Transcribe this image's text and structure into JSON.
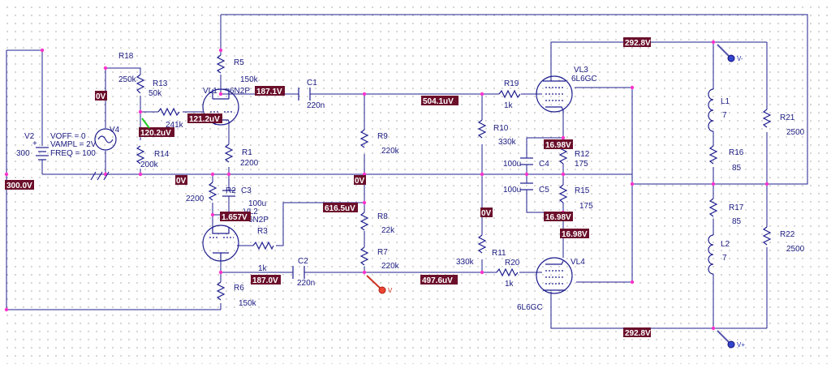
{
  "components": {
    "v2": {
      "ref": "V2",
      "value": "300"
    },
    "v4": {
      "ref": "V4",
      "params": [
        "VOFF = 0",
        "VAMPL = 2V",
        "FREQ = 100"
      ]
    },
    "r18": {
      "ref": "R18",
      "value": "250k"
    },
    "r13": {
      "ref": "R13",
      "value": "50k"
    },
    "r14": {
      "ref": "R14",
      "value": "200k"
    },
    "r241k": {
      "value": "241k"
    },
    "r5": {
      "ref": "R5",
      "value": "150k"
    },
    "vl1": {
      "ref": "VL1",
      "value": "6N2P"
    },
    "r1": {
      "ref": "R1",
      "value": "2200"
    },
    "c1": {
      "ref": "C1",
      "value": "220n"
    },
    "r9": {
      "ref": "R9",
      "value": "220k"
    },
    "r10": {
      "ref": "R10",
      "value": "330k"
    },
    "r19": {
      "ref": "R19",
      "value": "1k"
    },
    "vl3": {
      "ref": "VL3",
      "value": "6L6GC"
    },
    "r12": {
      "ref": "R12",
      "value": "175"
    },
    "c4": {
      "ref": "C4",
      "value": "100u"
    },
    "c5": {
      "ref": "C5",
      "value": "100u"
    },
    "r15": {
      "ref": "R15",
      "value": "175"
    },
    "l1": {
      "ref": "L1",
      "value": "7"
    },
    "r16": {
      "ref": "R16",
      "value": "85"
    },
    "r21": {
      "ref": "R21",
      "value": "2500"
    },
    "r17": {
      "ref": "R17",
      "value": "85"
    },
    "l2": {
      "ref": "L2",
      "value": "7"
    },
    "r22": {
      "ref": "R22",
      "value": "2500"
    },
    "r2": {
      "ref": "R2",
      "value": "2200"
    },
    "c3": {
      "ref": "C3",
      "value": "100u"
    },
    "vl2": {
      "ref": "VL2",
      "value": "6N2P"
    },
    "r3": {
      "ref": "R3",
      "value": "1k"
    },
    "r8": {
      "ref": "R8",
      "value": "22k"
    },
    "r7": {
      "ref": "R7",
      "value": "220k"
    },
    "c2": {
      "ref": "C2",
      "value": "220n"
    },
    "r6": {
      "ref": "R6",
      "value": "150k"
    },
    "r11": {
      "ref": "R11",
      "value": "330k"
    },
    "r20": {
      "ref": "R20",
      "value": "1k"
    },
    "vl4": {
      "ref": "VL4",
      "value": "6L6GC"
    }
  },
  "voltages": {
    "b_plus_top": "292.8V",
    "b_plus_bottom": "292.8V",
    "v1_anode": "187.1V",
    "v1_grid": "121.2uV",
    "bias_grid": "120.2uV",
    "zero_left": "0V",
    "zero_mid": "0V",
    "zero_center": "0V",
    "zero_right": "0V",
    "supply": "300.0V",
    "coupling_top": "504.1uV",
    "coupling_bottom": "497.6uV",
    "cathode_top": "16.98V",
    "cathode_mid": "16.98V",
    "cathode_bottom": "16.98V",
    "r8_top": "616.5uV",
    "v2_cathode": "1.657V",
    "v2_anode": "187.0V"
  },
  "probes": {
    "v_minus": "V-",
    "v_plus": "V+",
    "v_red": "V"
  },
  "colors": {
    "wire": "#1f1f8f",
    "node_dot": "#ff33cc",
    "voltage_tag": "#6b0f2a",
    "probe_red": "#ee4433",
    "probe_blue": "#3344cc"
  }
}
